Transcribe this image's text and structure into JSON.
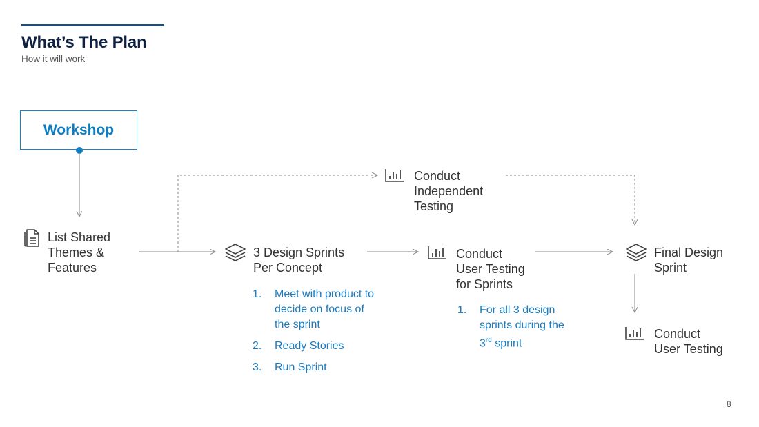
{
  "header": {
    "title": "What’s The Plan",
    "subtitle": "How it will work"
  },
  "nodes": {
    "workshop": "Workshop",
    "list_shared": [
      "List Shared",
      "Themes &",
      "Features"
    ],
    "design_sprints": [
      "3 Design Sprints",
      "Per Concept"
    ],
    "independent_testing": [
      "Conduct",
      "Independent",
      "Testing"
    ],
    "sprint_testing": [
      "Conduct",
      "User Testing",
      "for Sprints"
    ],
    "final_sprint": [
      "Final Design",
      "Sprint"
    ],
    "user_testing": [
      "Conduct",
      "User Testing"
    ]
  },
  "design_sprint_steps": [
    {
      "num": "1.",
      "lines": [
        "Meet with product to",
        "decide on focus of",
        "the sprint"
      ]
    },
    {
      "num": "2.",
      "lines": [
        "Ready Stories"
      ]
    },
    {
      "num": "3.",
      "lines": [
        "Run Sprint"
      ]
    }
  ],
  "sprint_testing_steps": [
    {
      "num": "1.",
      "lines": [
        "For all 3 design",
        "sprints during the"
      ],
      "last_pre": "3",
      "last_sup": "rd",
      "last_post": " sprint"
    }
  ],
  "icons": {
    "list_shared": "document-icon",
    "design_sprints": "layers-icon",
    "independent_testing": "bar-chart-icon",
    "sprint_testing": "bar-chart-icon",
    "final_sprint": "layers-icon",
    "user_testing": "bar-chart-icon"
  },
  "colors": {
    "accent": "#0e7cc0",
    "title": "#0f2140",
    "connector": "#8a8a8a"
  },
  "page_number": "8"
}
